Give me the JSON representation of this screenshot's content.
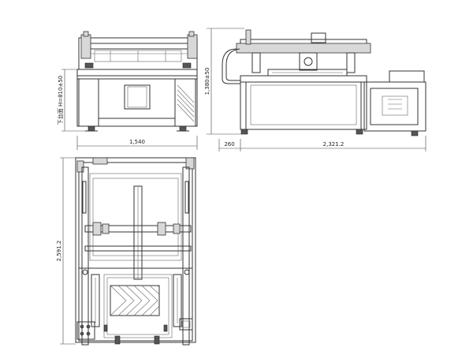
{
  "dimensions": {
    "front_width": "1,540",
    "front_height": "下台面 H=810±50",
    "side_height": "1,380±50",
    "side_offset": "260",
    "side_length": "2,321.2",
    "top_length": "2,591.2"
  }
}
